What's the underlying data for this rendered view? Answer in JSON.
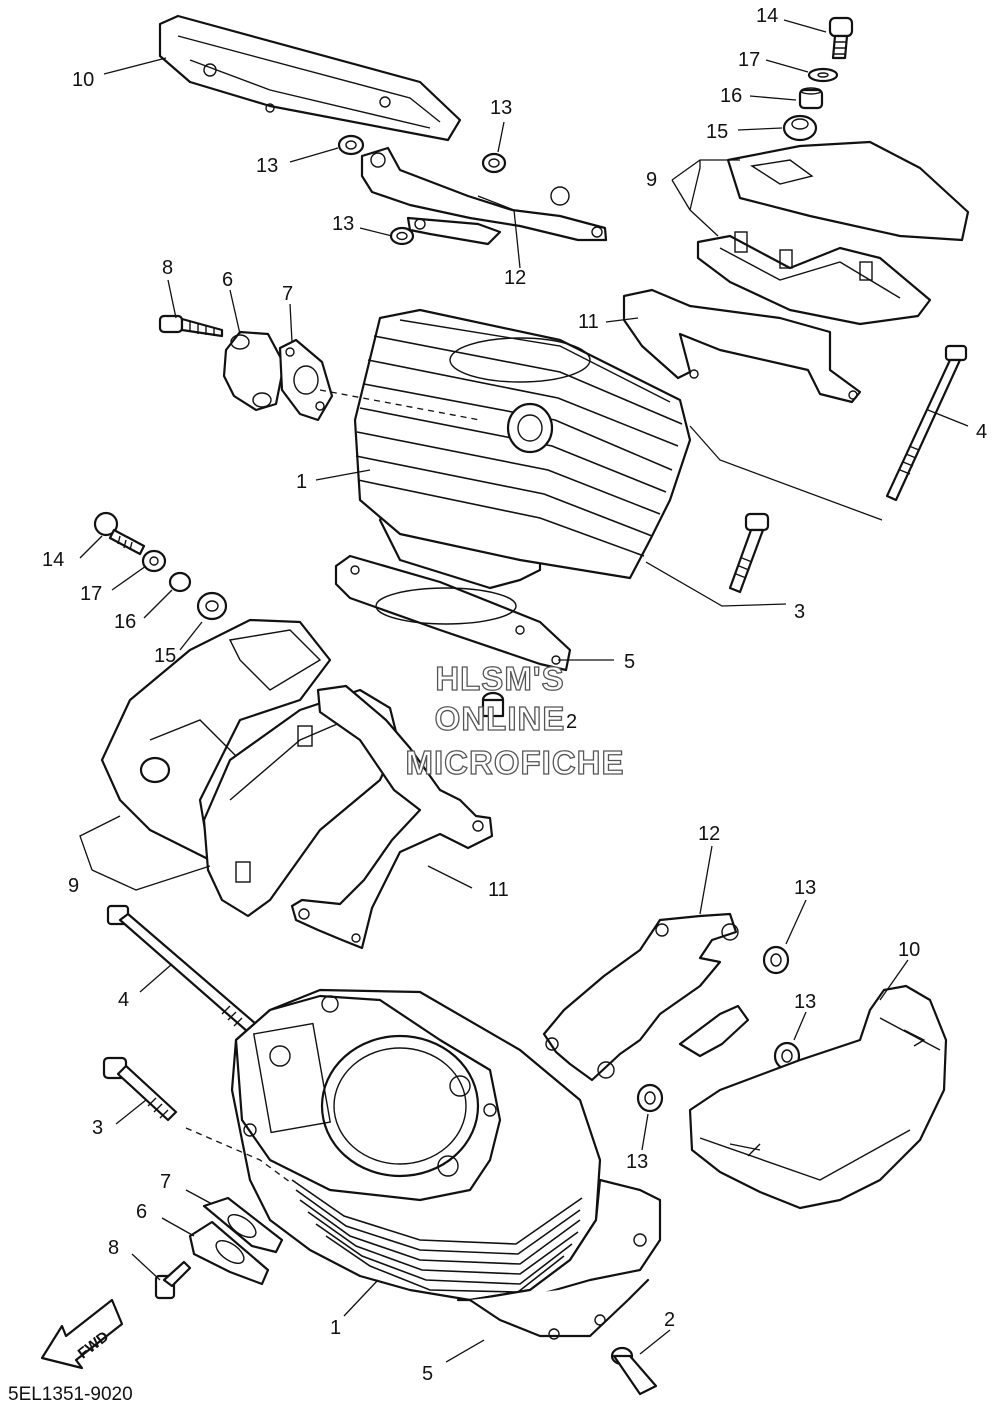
{
  "diagram_code": "5EL1351-9020",
  "watermark": {
    "line1": "HLSM'S",
    "line2": "ONLINE",
    "line3": "MICROFICHE"
  },
  "fwd_label": "FWD",
  "callouts": {
    "c14a": "14",
    "c17a": "17",
    "c16a": "16",
    "c15a": "15",
    "c9a": "9",
    "c10a": "10",
    "c13a": "13",
    "c13b": "13",
    "c13c": "13",
    "c12a": "12",
    "c11a": "11",
    "c8a": "8",
    "c6a": "6",
    "c7a": "7",
    "c4a": "4",
    "c1a": "1",
    "c3a": "3",
    "c5a": "5",
    "c2a": "2",
    "c14b": "14",
    "c17b": "17",
    "c16b": "16",
    "c15b": "15",
    "c9b": "9",
    "c11b": "11",
    "c4b": "4",
    "c3b": "3",
    "c7b": "7",
    "c6b": "6",
    "c8b": "8",
    "c1b": "1",
    "c5b": "5",
    "c2b": "2",
    "c12b": "12",
    "c13d": "13",
    "c13e": "13",
    "c13f": "13",
    "c10b": "10"
  }
}
